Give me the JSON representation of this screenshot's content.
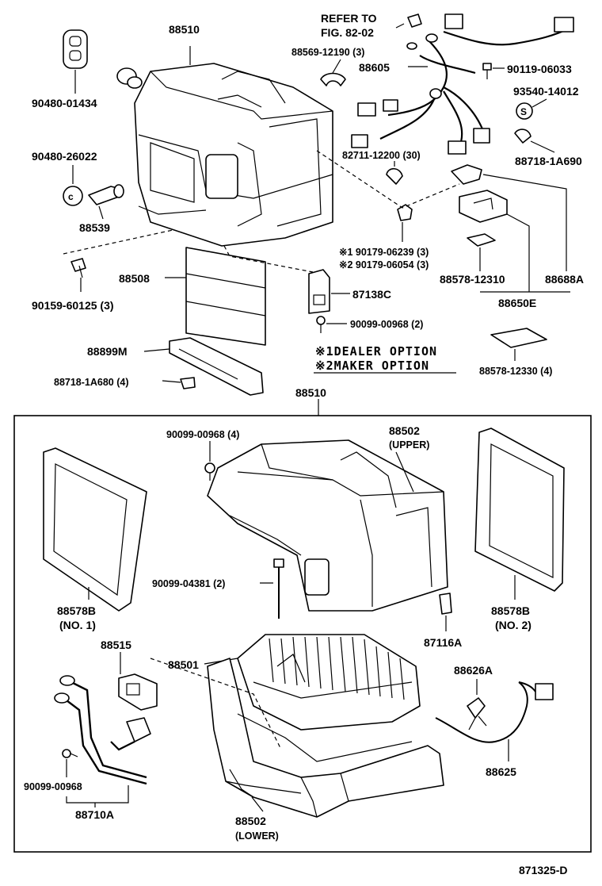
{
  "figure_id": "871325-D",
  "reference": {
    "line1": "REFER TO",
    "line2": "FIG. 82-02"
  },
  "options": {
    "opt1": "※1DEALER OPTION",
    "opt2": "※2MAKER OPTION"
  },
  "labels": {
    "p88510_top": "88510",
    "p90480_01434": "90480-01434",
    "p88569": "88569-12190 (3)",
    "p88605": "88605",
    "p90119": "90119-06033",
    "p93540": "93540-14012",
    "p88718_1a690": "88718-1A690",
    "p90480_26022": "90480-26022",
    "p88539": "88539",
    "p82711": "82711-12200 (30)",
    "p90179_1": "※1 90179-06239 (3)",
    "p90179_2": "※2 90179-06054 (3)",
    "p90159": "90159-60125 (3)",
    "p88508": "88508",
    "p87138c": "87138C",
    "p88578_12310": "88578-12310",
    "p88688a": "88688A",
    "p88650e": "88650E",
    "p90099_00968_2": "90099-00968 (2)",
    "p88899m": "88899M",
    "p88718_1a680": "88718-1A680 (4)",
    "p88578_12330": "88578-12330 (4)",
    "p88510_box": "88510",
    "p90099_00968_4": "90099-00968 (4)",
    "p88502_upper": "88502",
    "p88502_upper_sub": "(UPPER)",
    "p88578b_1": "88578B",
    "p88578b_1_sub": "(NO. 1)",
    "p88578b_2": "88578B",
    "p88578b_2_sub": "(NO. 2)",
    "p90099_04381": "90099-04381 (2)",
    "p87116a": "87116A",
    "p88515": "88515",
    "p88501": "88501",
    "p88626a": "88626A",
    "p88625": "88625",
    "p90099_00968": "90099-00968",
    "p88710a": "88710A",
    "p88502_lower": "88502",
    "p88502_lower_sub": "(LOWER)"
  }
}
